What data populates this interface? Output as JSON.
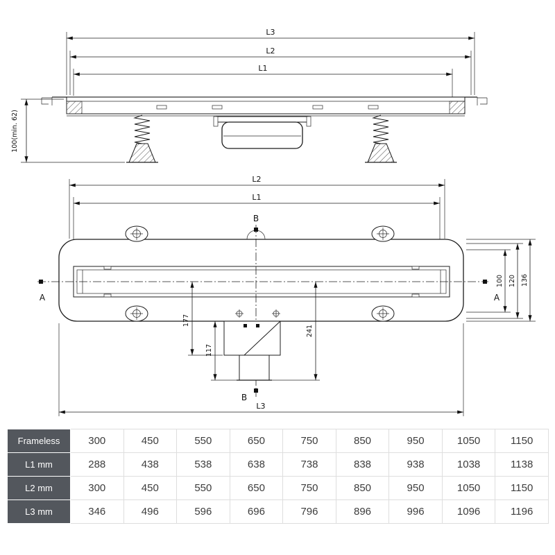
{
  "side_view": {
    "dim_l3": "L3",
    "dim_l2": "L2",
    "dim_l1": "L1",
    "dim_height": "100(min. 62)"
  },
  "plan_view": {
    "dim_l2": "L2",
    "dim_l1": "L1",
    "dim_l3": "L3",
    "marker_b_top": "B",
    "marker_b_bottom": "B",
    "marker_a_left": "A",
    "marker_a_right": "A",
    "dim_width_inner": "100",
    "dim_width_mid": "120",
    "dim_width_outer": "136",
    "dim_depth_center": "177",
    "dim_depth_outlet": "117",
    "dim_depth_total": "241"
  },
  "table": {
    "rows": [
      {
        "label": "Frameless",
        "values": [
          "300",
          "450",
          "550",
          "650",
          "750",
          "850",
          "950",
          "1050",
          "1150"
        ]
      },
      {
        "label": "L1 mm",
        "values": [
          "288",
          "438",
          "538",
          "638",
          "738",
          "838",
          "938",
          "1038",
          "1138"
        ]
      },
      {
        "label": "L2 mm",
        "values": [
          "300",
          "450",
          "550",
          "650",
          "750",
          "850",
          "950",
          "1050",
          "1150"
        ]
      },
      {
        "label": "L3 mm",
        "values": [
          "346",
          "496",
          "596",
          "696",
          "796",
          "896",
          "996",
          "1096",
          "1196"
        ]
      }
    ]
  }
}
